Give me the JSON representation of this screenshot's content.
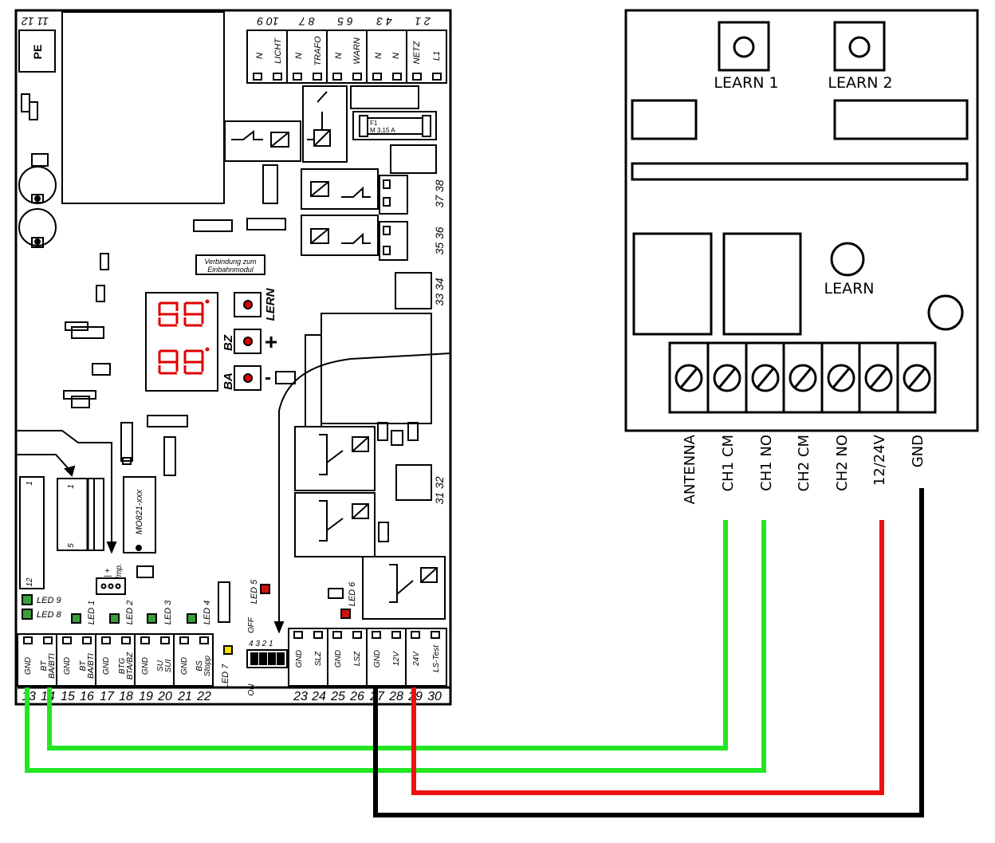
{
  "board": {
    "top_numbers": [
      "11",
      "12",
      "10",
      "9",
      "8",
      "7",
      "6",
      "5",
      "4",
      "3",
      "2",
      "1"
    ],
    "top_terms": [
      {
        "num_a": "10",
        "num_b": "9",
        "lab_a": "N",
        "lab_b": "LICHT"
      },
      {
        "num_a": "8",
        "num_b": "7",
        "lab_a": "N",
        "lab_b": "TRAFO"
      },
      {
        "num_a": "6",
        "num_b": "5",
        "lab_a": "N",
        "lab_b": "WARN"
      },
      {
        "num_a": "4",
        "num_b": "3",
        "lab_a": "N",
        "lab_b": "N"
      },
      {
        "num_a": "2",
        "num_b": "1",
        "lab_a": "NETZ",
        "lab_b": "L1"
      }
    ],
    "pe": "PE",
    "fuse": "F1\nM 3,15 A",
    "fuse_l1": "F1",
    "fuse_l2": "M 3,15 A",
    "verbindung_l1": "Verbindung zum",
    "verbindung_l2": "Einbahnmodul",
    "lern": "LERN",
    "bz": "BZ",
    "ba": "BA",
    "plus": "+",
    "minus": "-",
    "side_numbers": [
      {
        "label": "37 38"
      },
      {
        "label": "35 36"
      },
      {
        "label": "33 34"
      },
      {
        "label": "31 32"
      }
    ],
    "module_label": "MO821-xxx",
    "module_pins": [
      "1",
      "5"
    ],
    "con12_top": "1",
    "con12_bot": "12",
    "imp": "Imp.",
    "imp_sym": "| +",
    "leds_left": [
      {
        "label": "LED 9"
      },
      {
        "label": "LED 8"
      }
    ],
    "leds_vertical": [
      {
        "label": "LED 1"
      },
      {
        "label": "LED 2"
      },
      {
        "label": "LED 3"
      },
      {
        "label": "LED 4"
      }
    ],
    "led5": "LED 5",
    "led6": "LED 6",
    "led7": "LED 7",
    "dip_off": "OFF",
    "dip_on": "ON",
    "dip_nums": "4 3 2 1",
    "bottom_terms_left": [
      {
        "a": "GND",
        "b": "BT\nBA/BTI"
      },
      {
        "a": "GND",
        "b": "BT\nBA/BTI"
      },
      {
        "a": "GND",
        "b": "BTG\nBTA/BZ"
      },
      {
        "a": "GND",
        "b": "SU\nSUI"
      },
      {
        "a": "GND",
        "b": "BS\nStopp"
      }
    ],
    "bottom_terms_right": [
      {
        "a": "GND",
        "b": "SLZ"
      },
      {
        "a": "GND",
        "b": "LSZ"
      },
      {
        "a": "GND",
        "b": "12V"
      },
      {
        "a": "24V",
        "b": "LS-Test"
      }
    ],
    "bottom_numbers": [
      "13",
      "14",
      "15",
      "16",
      "17",
      "18",
      "19",
      "20",
      "21",
      "22",
      "23",
      "24",
      "25",
      "26",
      "27",
      "28",
      "29",
      "30"
    ]
  },
  "receiver": {
    "learn1": "LEARN 1",
    "learn2": "LEARN 2",
    "learn": "LEARN",
    "terminals": [
      "ANTENNA",
      "CH1 CM",
      "CH1 NO",
      "CH2 CM",
      "CH2 NO",
      "12/24V",
      "GND"
    ]
  },
  "wires": [
    {
      "from": "14",
      "to": "CH1 CM",
      "color": "#22e622"
    },
    {
      "from": "13",
      "to": "CH1 NO",
      "color": "#22e622"
    },
    {
      "from": "29",
      "to": "12/24V",
      "color": "#ee1111"
    },
    {
      "from": "27",
      "to": "GND",
      "color": "#000000"
    }
  ]
}
